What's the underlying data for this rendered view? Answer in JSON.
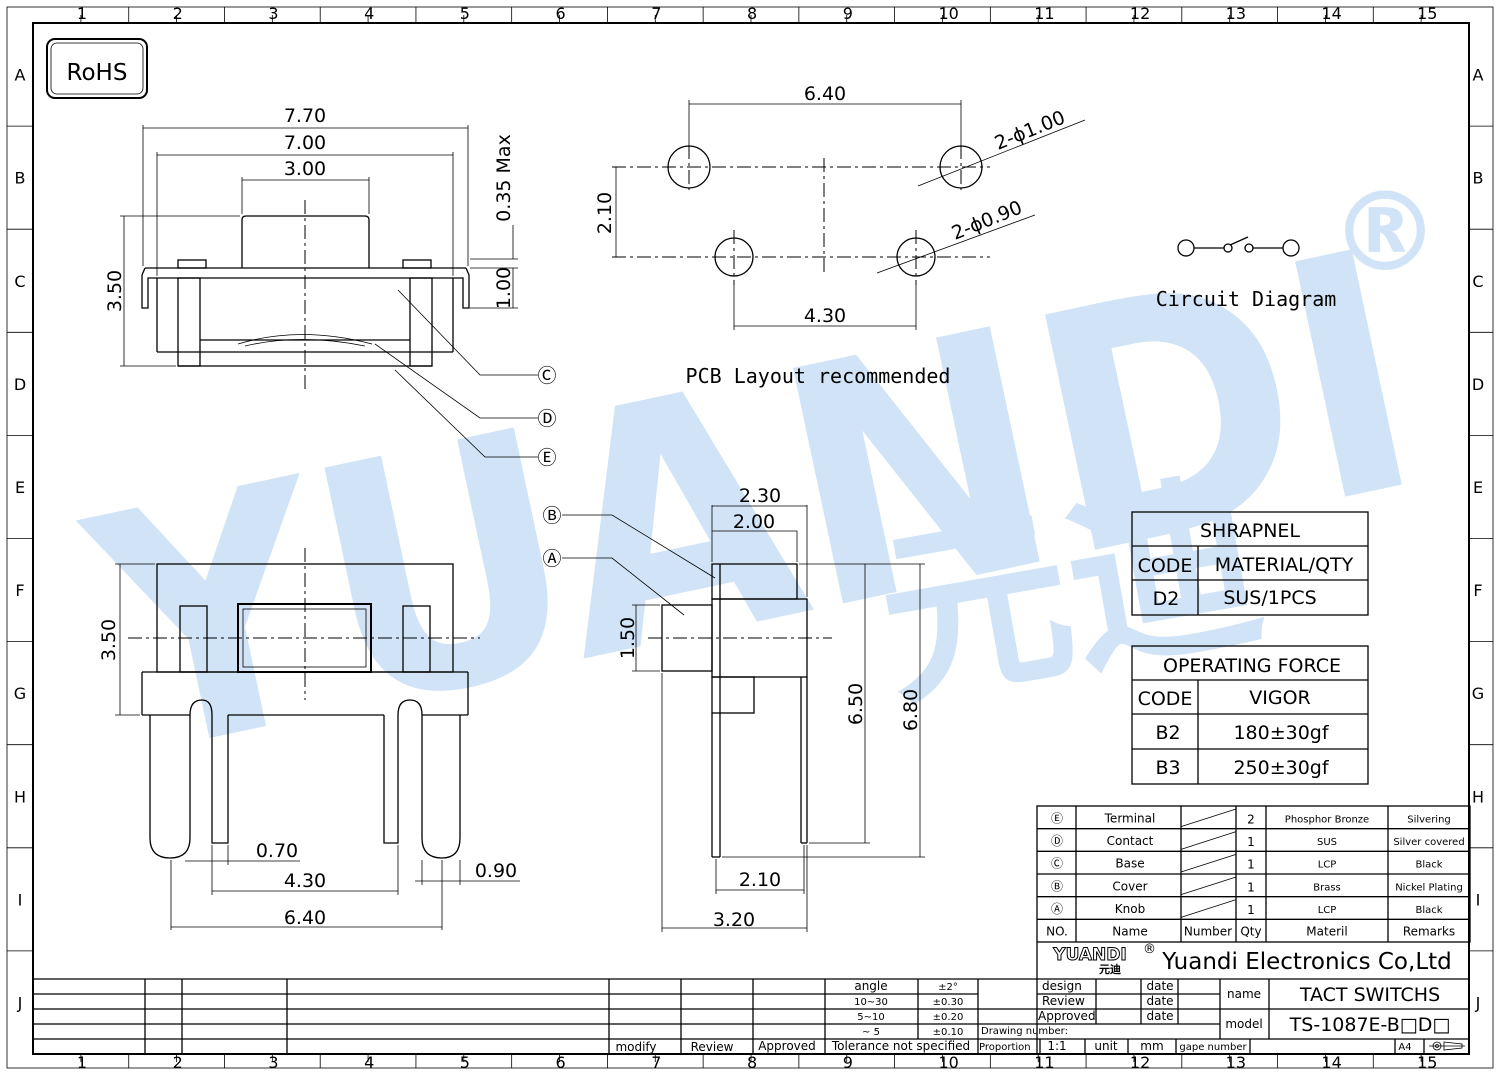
{
  "grid": {
    "cols": [
      "1",
      "2",
      "3",
      "4",
      "5",
      "6",
      "7",
      "8",
      "9",
      "10",
      "11",
      "12",
      "13",
      "14",
      "15"
    ],
    "rows": [
      "A",
      "B",
      "C",
      "D",
      "E",
      "F",
      "G",
      "H",
      "I",
      "J"
    ]
  },
  "watermark": {
    "text": "YUANDI",
    "cn": "元迪",
    "reg": "®"
  },
  "rohs": "RoHS",
  "top_view": {
    "dims": {
      "d770": "7.70",
      "d700": "7.00",
      "d300": "3.00",
      "d035": "0.35 Max",
      "d350": "3.50",
      "d100": "1.00"
    },
    "callouts": [
      "Ⓒ",
      "Ⓓ",
      "Ⓔ"
    ]
  },
  "pcb": {
    "d640": "6.40",
    "d210": "2.10",
    "d430": "4.30",
    "hole1": "2-ϕ1.00",
    "hole2": "2-ϕ0.90",
    "caption": "PCB Layout recommended"
  },
  "circuit": {
    "caption": "Circuit Diagram"
  },
  "front_view": {
    "d350": "3.50",
    "d070": "0.70",
    "d430": "4.30",
    "d640": "6.40",
    "d090": "0.90"
  },
  "side_view": {
    "d230": "2.30",
    "d200": "2.00",
    "d150": "1.50",
    "d650": "6.50",
    "d680": "6.80",
    "d210": "2.10",
    "d320": "3.20",
    "callouts": [
      "Ⓑ",
      "Ⓐ"
    ]
  },
  "shrapnel": {
    "title": "SHRAPNEL",
    "h1": "CODE",
    "h2": "MATERIAL/QTY",
    "code": "D2",
    "value": "SUS/1PCS"
  },
  "force": {
    "title": "OPERATING FORCE",
    "h1": "CODE",
    "h2": "VIGOR",
    "rows": [
      {
        "code": "B2",
        "vigor": "180±30gf"
      },
      {
        "code": "B3",
        "vigor": "250±30gf"
      }
    ]
  },
  "bom": {
    "rows": [
      {
        "no": "Ⓔ",
        "name": "Terminal",
        "qty": "2",
        "mat": "Phosphor Bronze",
        "rem": "Silvering"
      },
      {
        "no": "Ⓓ",
        "name": "Contact",
        "qty": "1",
        "mat": "SUS",
        "rem": "Silver covered"
      },
      {
        "no": "Ⓒ",
        "name": "Base",
        "qty": "1",
        "mat": "LCP",
        "rem": "Black"
      },
      {
        "no": "Ⓑ",
        "name": "Cover",
        "qty": "1",
        "mat": "Brass",
        "rem": "Nickel Plating"
      },
      {
        "no": "Ⓐ",
        "name": "Knob",
        "qty": "1",
        "mat": "LCP",
        "rem": "Black"
      }
    ],
    "header": {
      "no": "NO.",
      "name": "Name",
      "number": "Number",
      "qty": "Qty",
      "mat": "Materil",
      "rem": "Remarks"
    }
  },
  "title_block": {
    "logo": "YUANDI",
    "logo_cn": "元迪",
    "reg": "®",
    "company": "Yuandi Electronics Co,Ltd",
    "design": "design",
    "review": "Review",
    "approved": "Approved",
    "date": "date",
    "name_label": "name",
    "name_value": "TACT SWITCHS",
    "model_label": "model",
    "model_value": "TS-1087E-B□D□",
    "drawing_number": "Drawing number:",
    "proportion": "Proportion",
    "scale": "1:1",
    "unit": "unit",
    "mm": "mm",
    "gape": "gape number",
    "sheet": "A4",
    "tol_angle": "angle",
    "tol_angle_v": "±2°",
    "tol_r1": "10~30",
    "tol_r1_v": "±0.30",
    "tol_r2": "5~10",
    "tol_r2_v": "±0.20",
    "tol_r3": "~ 5",
    "tol_r3_v": "±0.10",
    "tol_note": "Tolerance not specified",
    "modify": "modify",
    "review2": "Review",
    "approved2": "Approved"
  }
}
